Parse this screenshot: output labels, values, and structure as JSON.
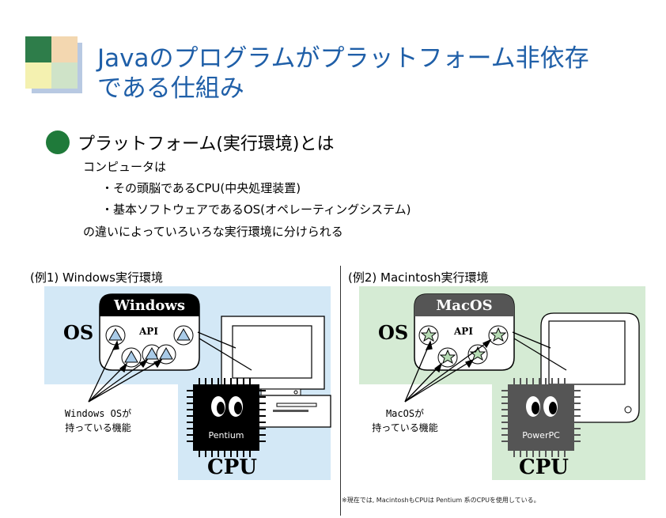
{
  "title": {
    "line1": "Javaのプログラムがプラットフォーム非依存",
    "line2": "である仕組み"
  },
  "section": {
    "heading": "プラットフォーム(実行環境)とは",
    "line1": "コンピュータは",
    "line2": "・その頭脳であるCPU(中央処理装置)",
    "line3": "・基本ソフトウェアであるOS(オペレーティングシステム)",
    "line4": "の違いによっていろいろな実行環境に分けられる"
  },
  "example1": {
    "label": "(例1) Windows実行環境",
    "os_label": "OS",
    "os_name": "Windows",
    "api_label": "API",
    "feature_label_line1": "Windows OSが",
    "feature_label_line2": "持っている機能",
    "cpu_name": "Pentium",
    "cpu_label": "CPU",
    "bg_color": "#d3e8f6",
    "os_header_color": "#000000",
    "cpu_color": "#000000"
  },
  "example2": {
    "label": "(例2) Macintosh実行環境",
    "os_label": "OS",
    "os_name": "MacOS",
    "api_label": "API",
    "feature_label_line1": "MacOSが",
    "feature_label_line2": "持っている機能",
    "cpu_name": "PowerPC",
    "cpu_label": "CPU",
    "bg_color": "#d5ebd4",
    "os_header_color": "#555555",
    "cpu_color": "#555555"
  },
  "footnote": "※現在では, MacintoshもCPUは Pentium 系のCPUを使用している。",
  "colors": {
    "title": "#1f5fa8",
    "bullet": "#1f7a3a"
  }
}
